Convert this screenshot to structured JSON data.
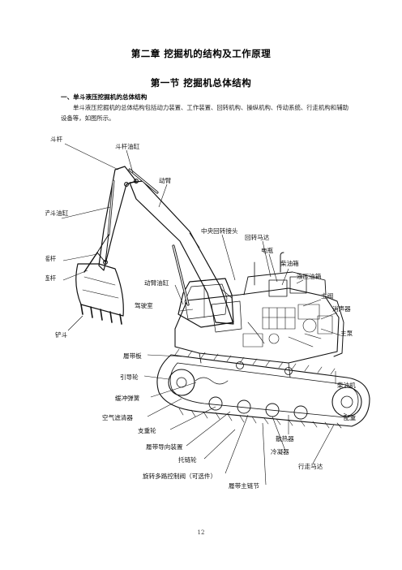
{
  "chapter_title": "第二章   挖掘机的结构及工作原理",
  "section_title": "第一节   挖掘机总体结构",
  "subheading": "一、单斗液压挖掘机的总体结构",
  "paragraph": "单斗液压挖掘机的总体结构包括动力装置、工作装置、回转机构、操纵机构、传动系统、行走机构和辅助设备等，如图所示。",
  "labels": {
    "dougan": "斗杆",
    "dougan_cyl": "斗杆油缸",
    "dongbi": "动臂",
    "chandou_cyl": "铲斗油缸",
    "zhongyang": "中央回转接头",
    "huizhuan_motor": "回转马达",
    "dianping": "电瓶",
    "chaiyouxiang": "柴油箱",
    "yeyaxiang": "液压油箱",
    "yaogan": "摇杆",
    "lianggan": "连杆",
    "zhufa": "主阀",
    "xiaoshengqi": "消声器",
    "dongbi_cyl": "动臂油缸",
    "jiashishi": "驾驶室",
    "zhubeng": "主泵",
    "chandou": "铲斗",
    "lvdaiban": "履带板",
    "yindaolun": "引导轮",
    "chaiyouji": "柴油机",
    "huanchong": "缓冲弹簧",
    "kongqi": "空气滤清器",
    "peizhong": "配重",
    "zhichenglun": "支重轮",
    "sanreqi": "散热器",
    "lvdai_guide": "履带导向装置",
    "lengningqi": "冷凝器",
    "tuolianlun": "托链轮",
    "xingzou_motor": "行走马达",
    "xuanzhuan_valve": "旋转多路控制阀（可选件）",
    "lvdai_joint": "履带主链节"
  },
  "page_number": "12"
}
